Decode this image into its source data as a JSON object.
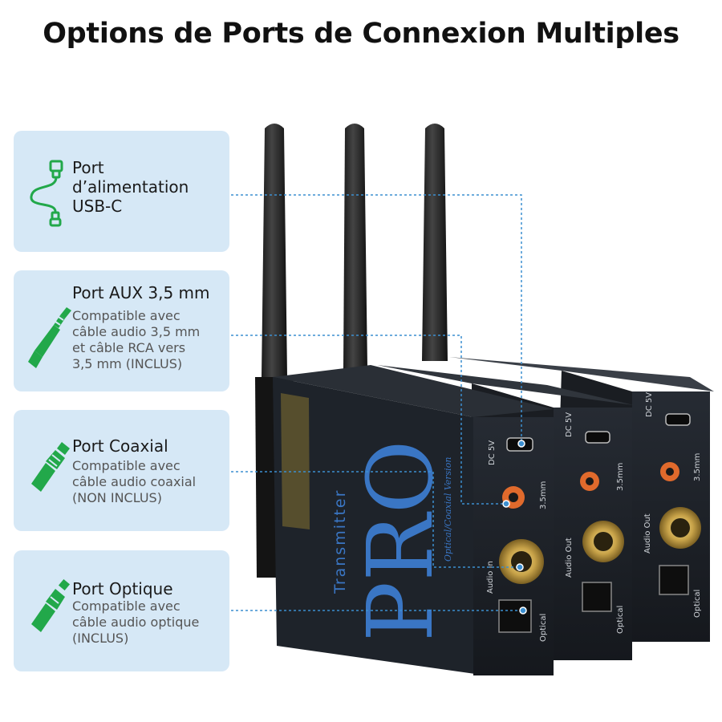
{
  "title": "Options de Ports de Connexion Multiples",
  "cards": [
    {
      "icon": "usb-cable-icon",
      "title_lines": [
        "Port",
        "d’alimentation",
        "USB-C"
      ],
      "desc_lines": []
    },
    {
      "icon": "aux-jack-icon",
      "title_lines": [
        "Port AUX 3,5 mm"
      ],
      "desc_lines": [
        "Compatible avec",
        "câble audio 3,5 mm",
        "et câble RCA vers",
        "3,5 mm (INCLUS)"
      ]
    },
    {
      "icon": "coaxial-plug-icon",
      "title_lines": [
        "Port Coaxial"
      ],
      "desc_lines": [
        "Compatible avec",
        "câble audio coaxial",
        "(NON INCLUS)"
      ]
    },
    {
      "icon": "optical-plug-icon",
      "title_lines": [
        "Port Optique"
      ],
      "desc_lines": [
        "Compatible avec",
        "câble audio optique",
        "(INCLUS)"
      ]
    }
  ],
  "device": {
    "brand_text": "PRO",
    "model_text": "Transmitter",
    "version_text": "Optical/Coaxial Version",
    "front_labels": {
      "dc": "DC 5V",
      "mm": "3.5mm",
      "audio_in": "Audio In",
      "audio_out": "Audio Out",
      "optical": "Optical"
    }
  },
  "colors": {
    "card_bg": "#d6e8f6",
    "icon_green": "#22a84a",
    "leader_line": "#3c8fd0",
    "device_body": "#1d2128",
    "brand_blue": "#3a76c4",
    "rca_orange": "#e06a2c",
    "gold": "#c8a349"
  }
}
